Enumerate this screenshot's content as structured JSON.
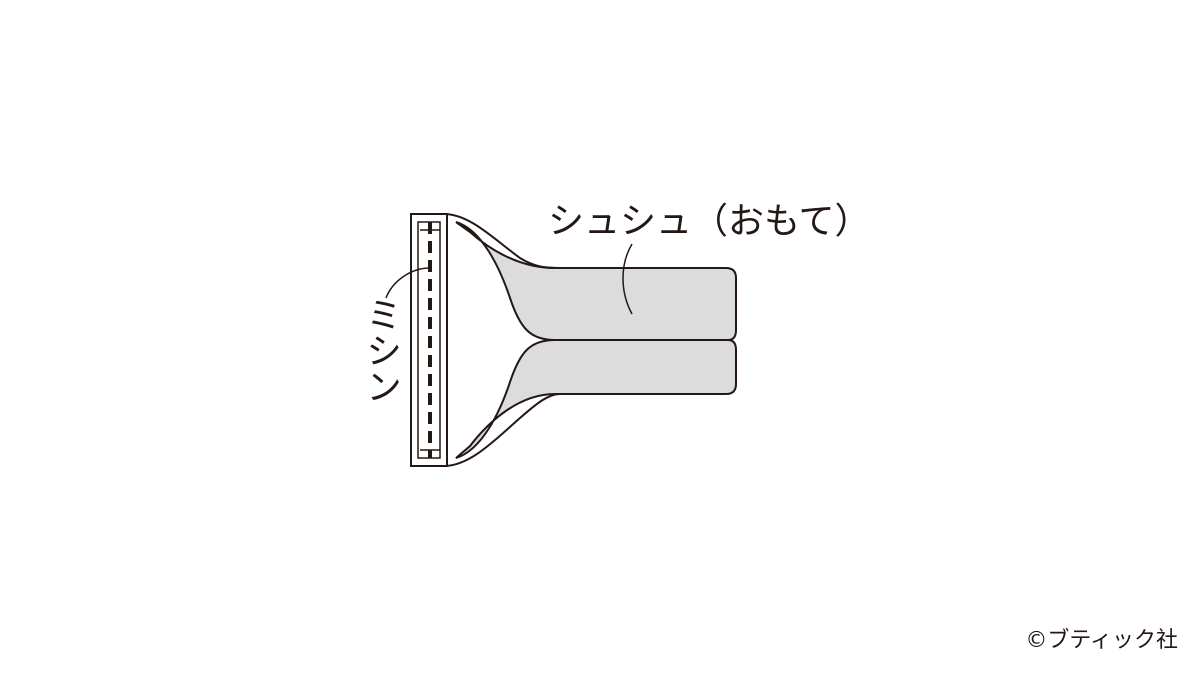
{
  "labels": {
    "scrunchie": "シュシュ（おもて）",
    "stitch": "ミシン"
  },
  "credit": "©ブティック社",
  "colors": {
    "line": "#231815",
    "fabric_fill": "#dcdcdc",
    "background": "#ffffff"
  }
}
